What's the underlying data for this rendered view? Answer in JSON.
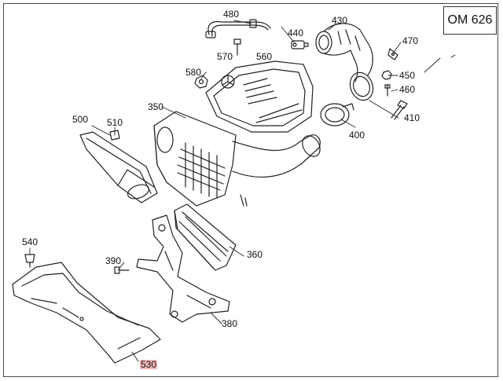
{
  "badge": "OM 626",
  "callouts": {
    "c480": "480",
    "c430": "430",
    "c440": "440",
    "c470": "470",
    "c570": "570",
    "c560": "560",
    "c580": "580",
    "c450": "450",
    "c460": "460",
    "c350": "350",
    "c410": "410",
    "c500": "500",
    "c510": "510",
    "c400": "400",
    "c540": "540",
    "c360": "360",
    "c390": "390",
    "c380": "380",
    "c530": "530"
  },
  "highlight_color": "#f4b6b6"
}
